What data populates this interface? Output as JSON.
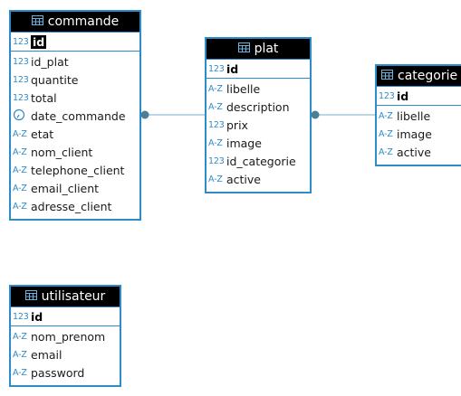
{
  "entities": {
    "commande": {
      "title": "commande",
      "pk": {
        "type": "123",
        "name": "id"
      },
      "fields": [
        {
          "type": "123",
          "name": "id_plat"
        },
        {
          "type": "123",
          "name": "quantite"
        },
        {
          "type": "123",
          "name": "total"
        },
        {
          "type": "clock",
          "name": "date_commande"
        },
        {
          "type": "A-Z",
          "name": "etat"
        },
        {
          "type": "A-Z",
          "name": "nom_client"
        },
        {
          "type": "A-Z",
          "name": "telephone_client"
        },
        {
          "type": "A-Z",
          "name": "email_client"
        },
        {
          "type": "A-Z",
          "name": "adresse_client"
        }
      ]
    },
    "plat": {
      "title": "plat",
      "pk": {
        "type": "123",
        "name": "id"
      },
      "fields": [
        {
          "type": "A-Z",
          "name": "libelle"
        },
        {
          "type": "A-Z",
          "name": "description"
        },
        {
          "type": "123",
          "name": "prix"
        },
        {
          "type": "A-Z",
          "name": "image"
        },
        {
          "type": "123",
          "name": "id_categorie"
        },
        {
          "type": "A-Z",
          "name": "active"
        }
      ]
    },
    "categorie": {
      "title": "categorie",
      "pk": {
        "type": "123",
        "name": "id"
      },
      "fields": [
        {
          "type": "A-Z",
          "name": "libelle"
        },
        {
          "type": "A-Z",
          "name": "image"
        },
        {
          "type": "A-Z",
          "name": "active"
        }
      ]
    },
    "utilisateur": {
      "title": "utilisateur",
      "pk": {
        "type": "123",
        "name": "id"
      },
      "fields": [
        {
          "type": "A-Z",
          "name": "nom_prenom"
        },
        {
          "type": "A-Z",
          "name": "email"
        },
        {
          "type": "A-Z",
          "name": "password"
        }
      ]
    }
  },
  "relationships": [
    {
      "from": "commande",
      "to": "plat"
    },
    {
      "from": "plat",
      "to": "categorie"
    }
  ],
  "colors": {
    "border": "#2e8bc9",
    "header_bg": "#000000",
    "header_text": "#ffffff",
    "connector": "#4a90a4"
  }
}
